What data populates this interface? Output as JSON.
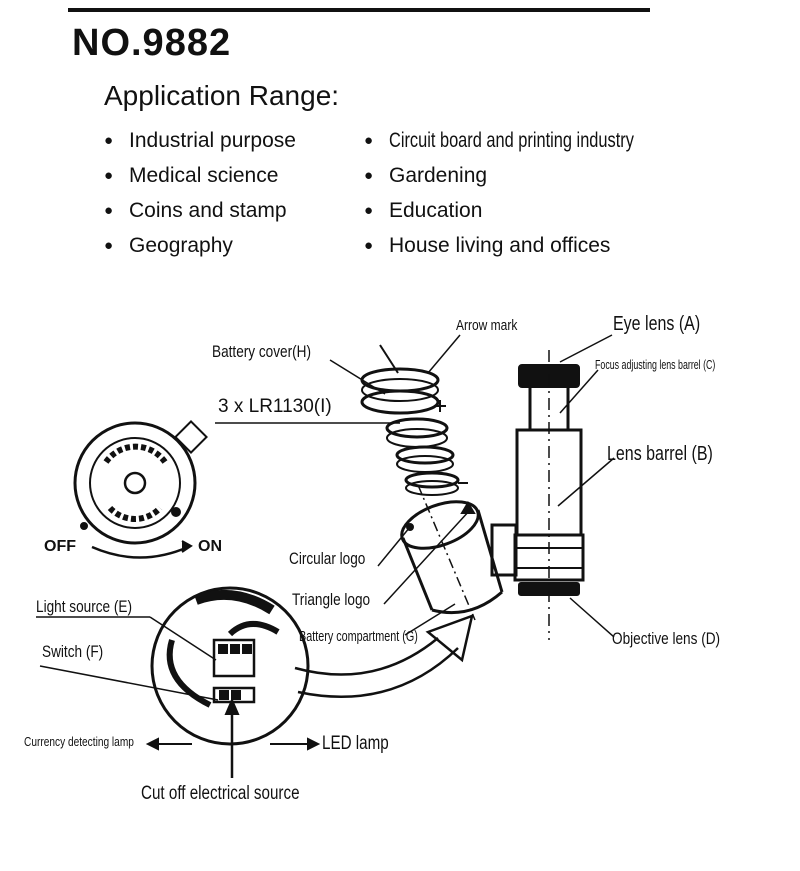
{
  "header": {
    "model": "NO.9882",
    "range_title": "Application Range:"
  },
  "applications_left": [
    "Industrial purpose",
    "Medical science",
    "Coins and stamp",
    "Geography"
  ],
  "applications_right": [
    "Circuit board and printing industry",
    "Gardening",
    "Education",
    "House living and offices"
  ],
  "diagram": {
    "arrow_mark": "Arrow mark",
    "eye_lens": "Eye lens (A)",
    "battery_cover": "Battery cover(H)",
    "focus_barrel": "Focus adjusting lens barrel (C)",
    "batteries": "3 x LR1130(I)",
    "lens_barrel": "Lens barrel (B)",
    "off": "OFF",
    "on": "ON",
    "circular_logo": "Circular logo",
    "triangle_logo": "Triangle logo",
    "battery_compartment": "Battery compartment (G)",
    "objective_lens": "Objective lens (D)",
    "light_source": "Light source (E)",
    "switch": "Switch (F)",
    "currency_lamp": "Currency detecting lamp",
    "led_lamp": "LED lamp",
    "cut_off": "Cut off electrical source"
  }
}
